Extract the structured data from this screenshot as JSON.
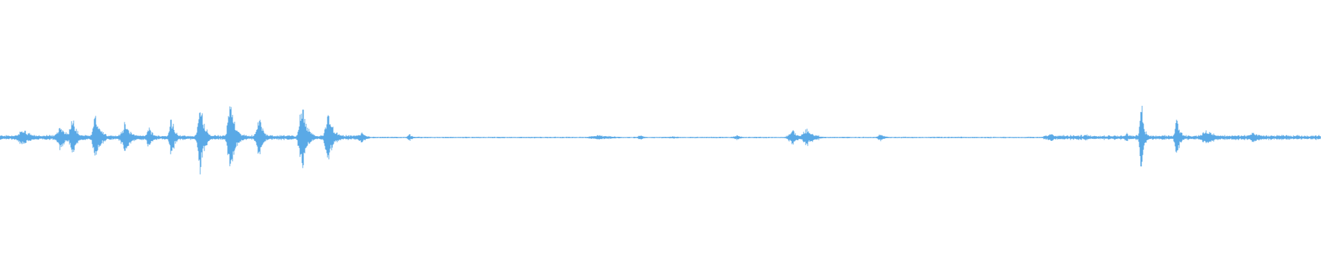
{
  "waveform": {
    "color": "#5aa9e6",
    "background": "#ffffff",
    "duration_fraction_note_free": true,
    "bursts": [
      {
        "pos": 0.018,
        "amp": 0.07,
        "width": 0.01
      },
      {
        "pos": 0.046,
        "amp": 0.1,
        "width": 0.008
      },
      {
        "pos": 0.055,
        "amp": 0.18,
        "width": 0.005
      },
      {
        "pos": 0.073,
        "amp": 0.2,
        "width": 0.006
      },
      {
        "pos": 0.095,
        "amp": 0.12,
        "width": 0.008
      },
      {
        "pos": 0.113,
        "amp": 0.09,
        "width": 0.005
      },
      {
        "pos": 0.13,
        "amp": 0.2,
        "width": 0.004
      },
      {
        "pos": 0.152,
        "amp": 0.29,
        "width": 0.005
      },
      {
        "pos": 0.175,
        "amp": 0.3,
        "width": 0.006
      },
      {
        "pos": 0.196,
        "amp": 0.19,
        "width": 0.005
      },
      {
        "pos": 0.229,
        "amp": 0.27,
        "width": 0.006
      },
      {
        "pos": 0.249,
        "amp": 0.22,
        "width": 0.006
      },
      {
        "pos": 0.274,
        "amp": 0.04,
        "width": 0.006
      },
      {
        "pos": 0.31,
        "amp": 0.03,
        "width": 0.004
      },
      {
        "pos": 0.455,
        "amp": 0.02,
        "width": 0.02
      },
      {
        "pos": 0.485,
        "amp": 0.02,
        "width": 0.005
      },
      {
        "pos": 0.51,
        "amp": 0.01,
        "width": 0.01
      },
      {
        "pos": 0.558,
        "amp": 0.02,
        "width": 0.006
      },
      {
        "pos": 0.6,
        "amp": 0.07,
        "width": 0.006
      },
      {
        "pos": 0.611,
        "amp": 0.08,
        "width": 0.008
      },
      {
        "pos": 0.667,
        "amp": 0.03,
        "width": 0.006
      },
      {
        "pos": 0.796,
        "amp": 0.04,
        "width": 0.006
      },
      {
        "pos": 0.822,
        "amp": 0.03,
        "width": 0.005
      },
      {
        "pos": 0.853,
        "amp": 0.04,
        "width": 0.004
      },
      {
        "pos": 0.864,
        "amp": 0.37,
        "width": 0.003
      },
      {
        "pos": 0.891,
        "amp": 0.17,
        "width": 0.004
      },
      {
        "pos": 0.914,
        "amp": 0.06,
        "width": 0.012
      },
      {
        "pos": 0.949,
        "amp": 0.05,
        "width": 0.008
      }
    ],
    "noise_floor": 0.006,
    "active_region_noise": 0.02,
    "active_regions": [
      [
        0.0,
        0.275
      ],
      [
        0.595,
        0.62
      ],
      [
        0.79,
        1.0
      ]
    ]
  }
}
